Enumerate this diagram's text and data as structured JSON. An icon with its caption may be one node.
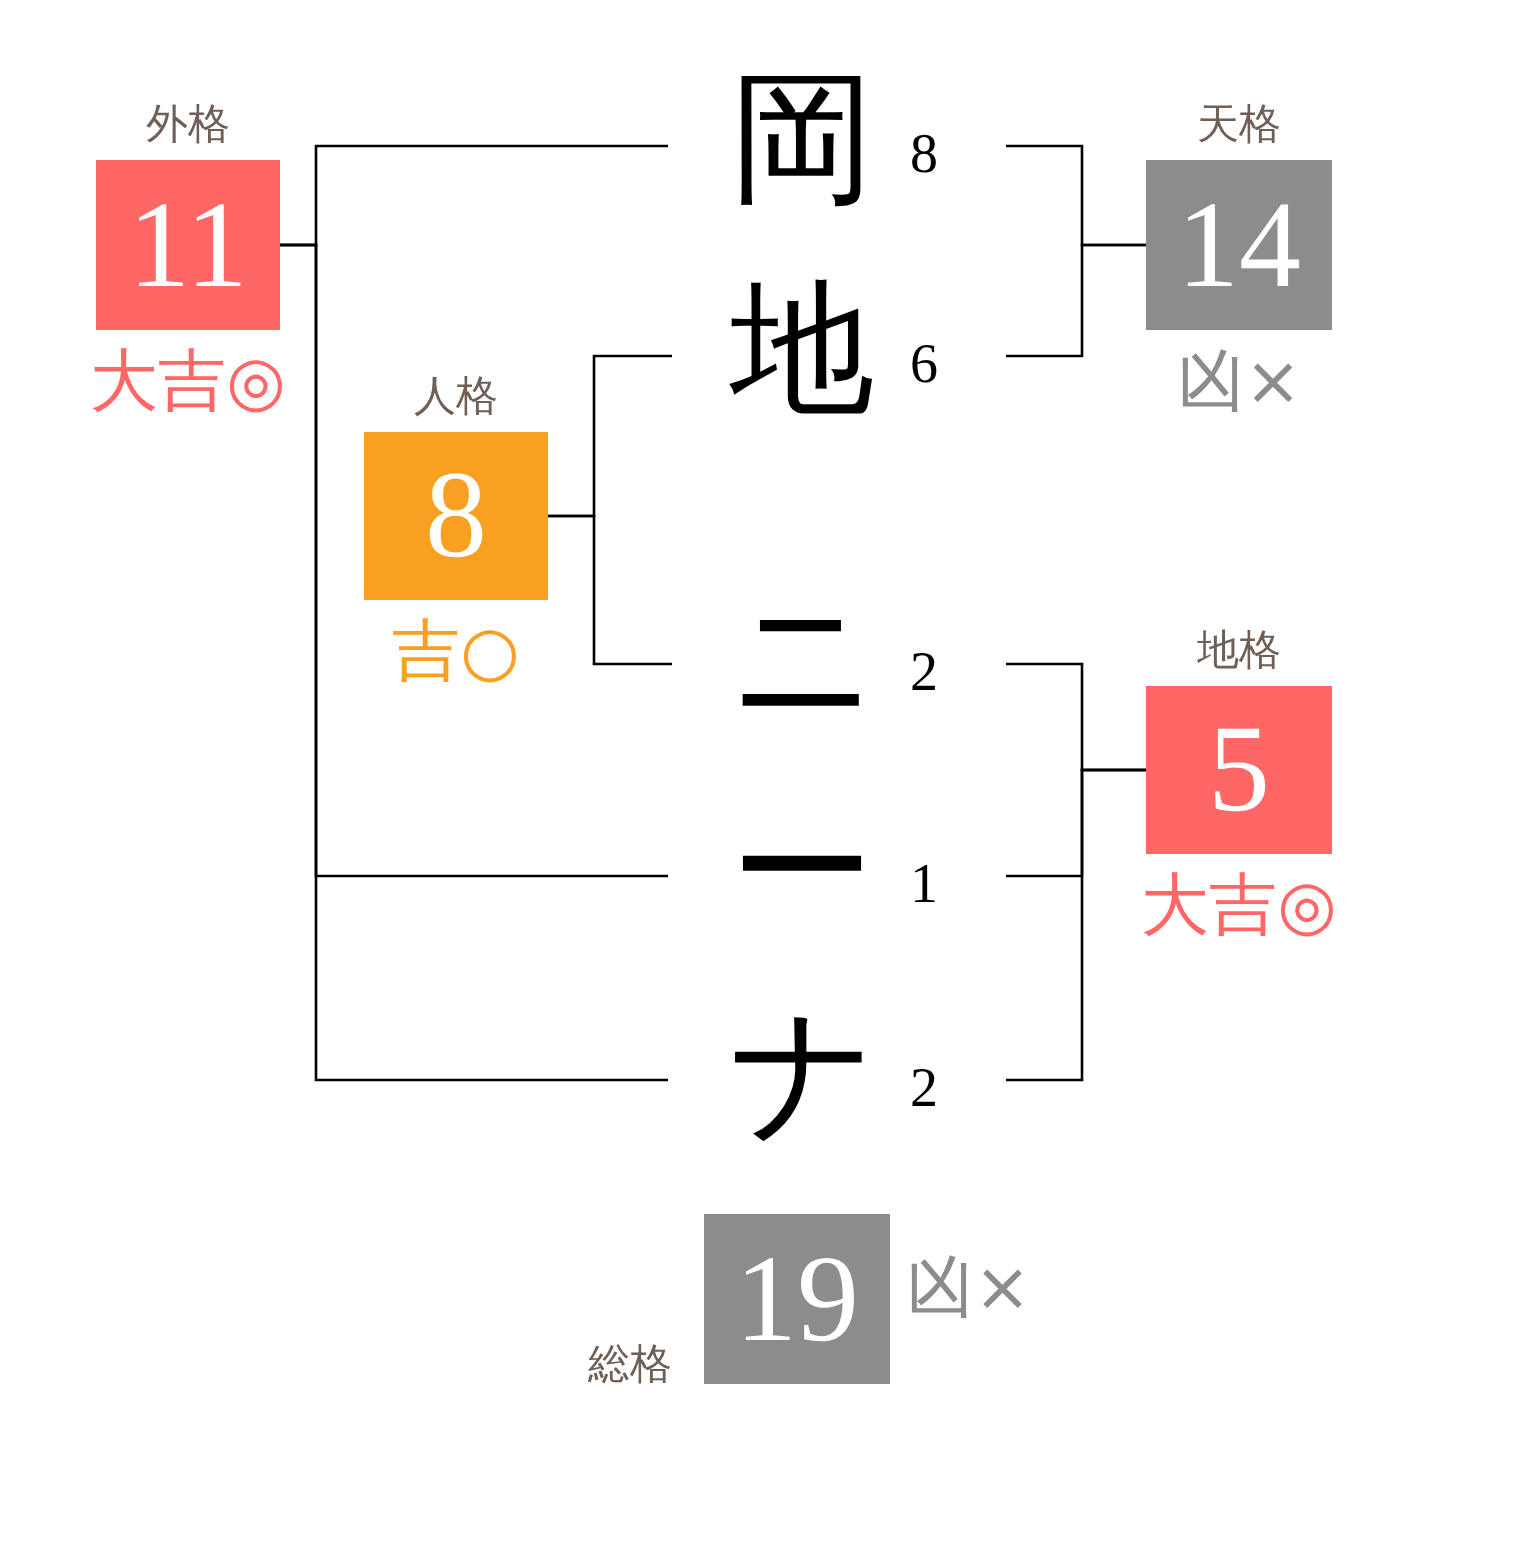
{
  "diagram": {
    "nodes": [
      {
        "text": [
          "外格",
          "11"
        ],
        "beside": [
          "大吉◎"
        ]
      },
      {
        "text": [
          "岡"
        ],
        "beside": [
          "8"
        ]
      },
      {
        "text": [
          "天格",
          "14"
        ],
        "beside": [
          "凶×"
        ]
      },
      {
        "text": [
          "地"
        ],
        "beside": [
          "6"
        ]
      },
      {
        "text": [
          "人格",
          "8"
        ],
        "beside": [
          "吉○"
        ]
      },
      {
        "text": [
          "ニ"
        ],
        "beside": [
          "2"
        ]
      },
      {
        "text": [
          "地格",
          "5"
        ],
        "beside": [
          "大吉◎"
        ]
      },
      {
        "text": [
          "ー"
        ],
        "beside": [
          "1"
        ]
      },
      {
        "text": [
          "ナ"
        ],
        "beside": [
          "2"
        ]
      },
      {
        "text": [
          "総格",
          "19"
        ],
        "beside": [
          "凶×"
        ]
      }
    ],
    "edges": [
      {
        "from": 0,
        "to": 1,
        "arrow": "none"
      },
      {
        "from": 0,
        "to": 7,
        "arrow": "none"
      },
      {
        "from": 0,
        "to": 8,
        "arrow": "none"
      },
      {
        "from": 2,
        "to": 1,
        "arrow": "none"
      },
      {
        "from": 2,
        "to": 3,
        "arrow": "none"
      },
      {
        "from": 4,
        "to": 3,
        "arrow": "none"
      },
      {
        "from": 4,
        "to": 5,
        "arrow": "none"
      },
      {
        "from": 6,
        "to": 5,
        "arrow": "none"
      },
      {
        "from": 6,
        "to": 7,
        "arrow": "none"
      },
      {
        "from": 6,
        "to": 8,
        "arrow": "none"
      }
    ]
  }
}
